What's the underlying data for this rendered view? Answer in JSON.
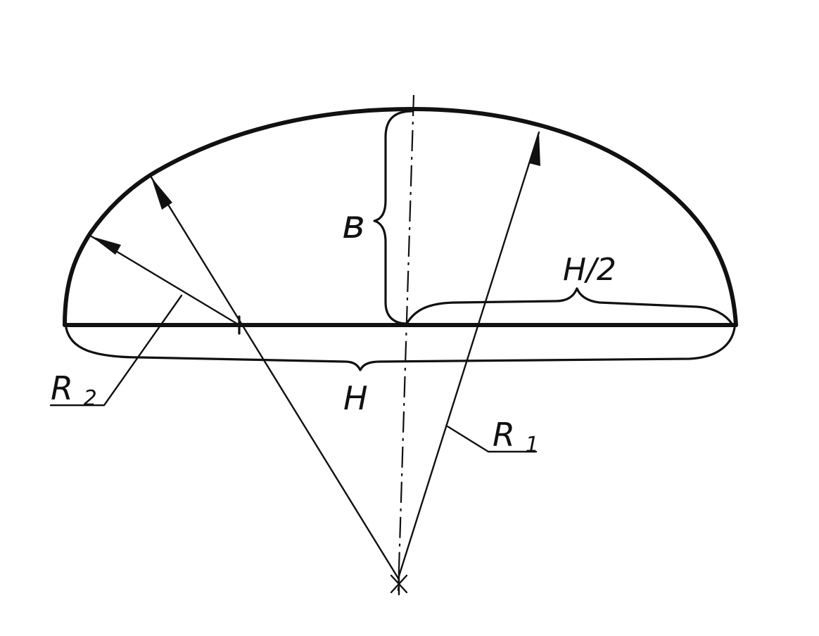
{
  "diagram": {
    "labels": {
      "height": "в",
      "half_width": "H/2",
      "width": "H",
      "radius_small": "R",
      "radius_small_sub": "2",
      "radius_large": "R",
      "radius_large_sub": "1"
    },
    "colors": {
      "ink": "#111111",
      "background": "#ffffff"
    }
  }
}
